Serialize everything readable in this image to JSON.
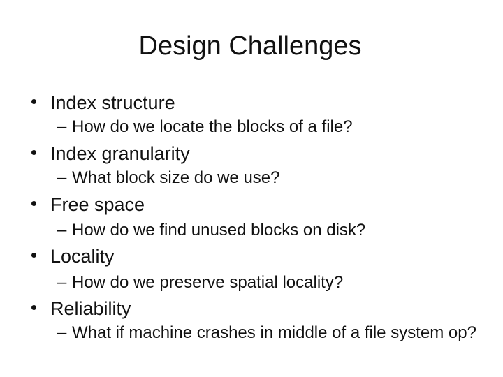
{
  "slide": {
    "title": "Design Challenges",
    "sub_marker": "–",
    "bullets": [
      {
        "label": "Index structure",
        "sub": "How do we locate the blocks of a file?"
      },
      {
        "label": "Index granularity",
        "sub": "What block size do we use?"
      },
      {
        "label": "Free space",
        "sub": "How do we find unused blocks on disk?"
      },
      {
        "label": "Locality",
        "sub": "How do we preserve spatial locality?"
      },
      {
        "label": "Reliability",
        "sub": "What if machine crashes in middle of a file system op?"
      }
    ]
  }
}
